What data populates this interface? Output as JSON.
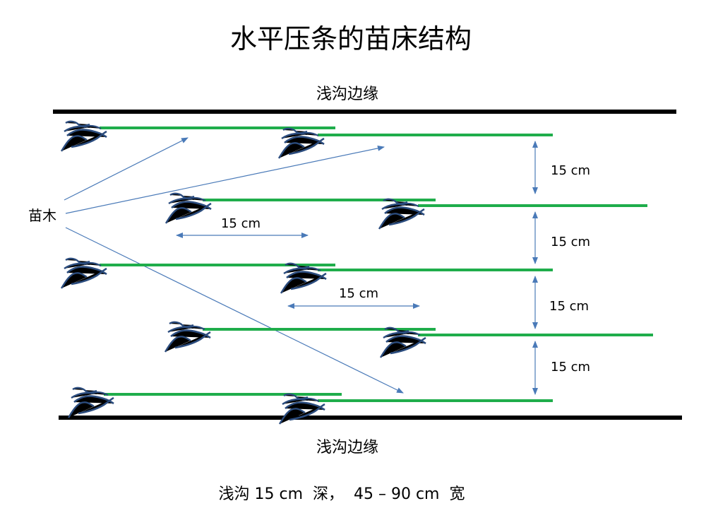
{
  "title": "水平压条的苗床结构",
  "trench_edge_top": "浅沟边缘",
  "trench_edge_bottom": "浅沟边缘",
  "seedling_label": "苗木",
  "spacing": {
    "vertical_1": "15 cm",
    "vertical_2": "15 cm",
    "vertical_3": "15 cm",
    "vertical_4": "15 cm",
    "horizontal_1": "15 cm",
    "horizontal_2": "15 cm"
  },
  "footer": "浅沟 15 cm  深，  45 – 90 cm  宽",
  "colors": {
    "branch": "#1fad4b",
    "edge": "#000000",
    "arrow": "#4a7ab8",
    "root": "#2b4c7e"
  },
  "icons": {
    "root": "root-icon",
    "arrow": "arrow-icon"
  }
}
